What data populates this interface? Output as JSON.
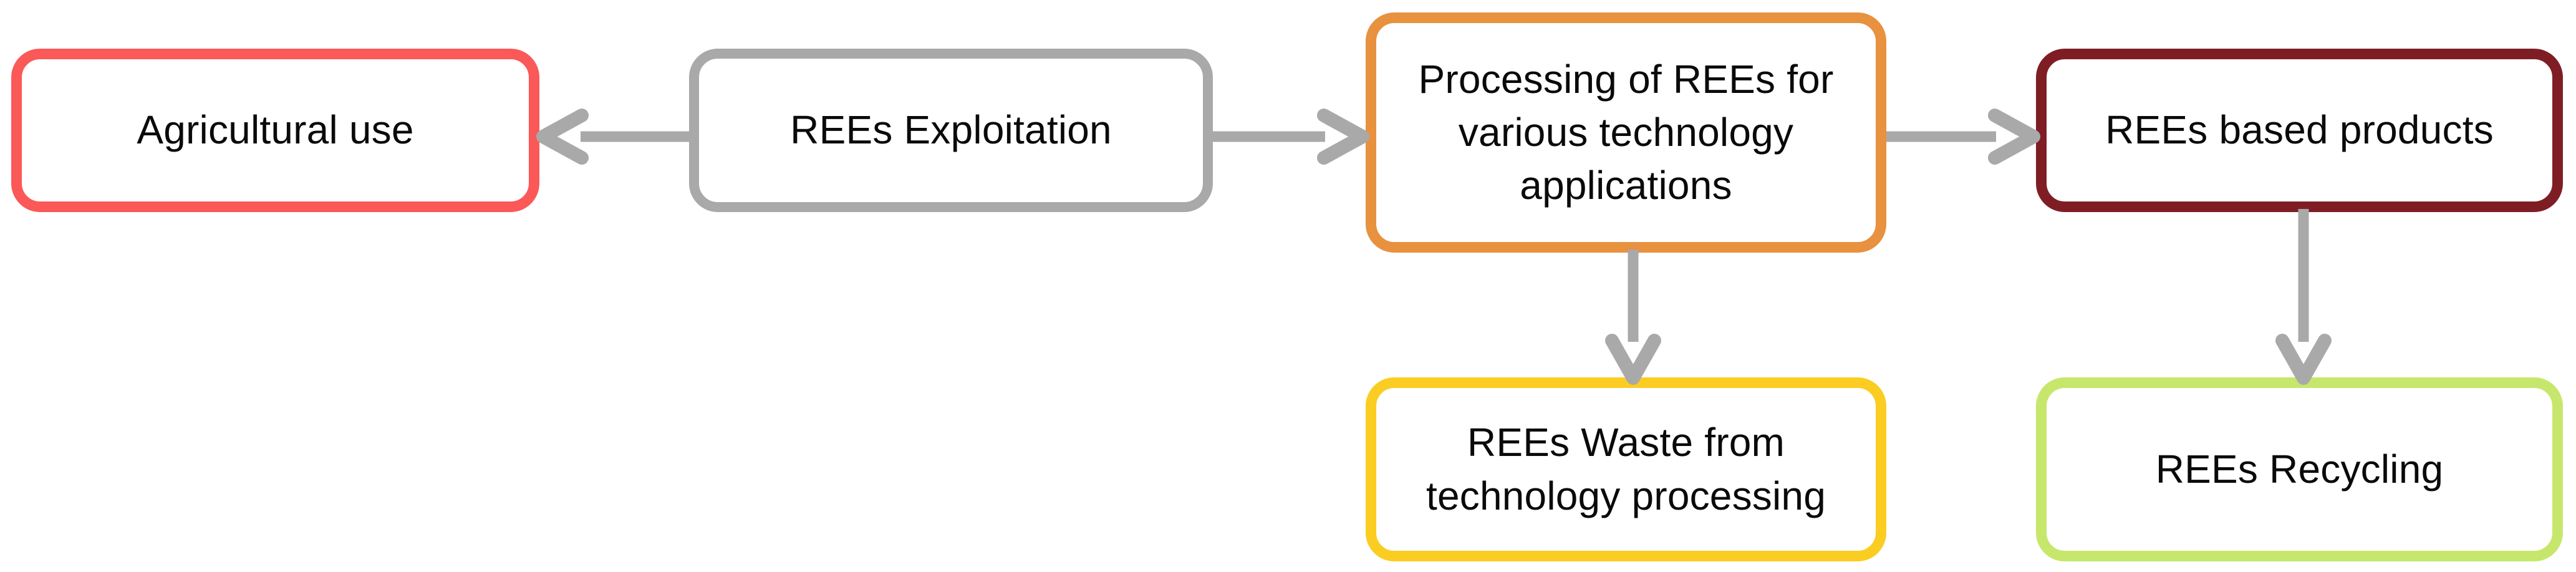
{
  "diagram": {
    "title": "REEs lifecycle flowchart",
    "background": "#ffffff",
    "arrow_color": "#a9a9a9",
    "text_color": "#0a0a0a",
    "nodes": [
      {
        "id": "agricultural-use",
        "label": "Agricultural use",
        "border_color": "#fb5858",
        "fill": "#ffffff",
        "shape": "rounded-rectangle"
      },
      {
        "id": "rees-exploitation",
        "label": "REEs Exploitation",
        "border_color": "#a9a9a9",
        "fill": "#ffffff",
        "shape": "rounded-rectangle"
      },
      {
        "id": "processing-rees",
        "label": "Processing of REEs for\nvarious technology\napplications",
        "border_color": "#e8913f",
        "fill": "#ffffff",
        "shape": "rounded-rectangle"
      },
      {
        "id": "rees-based-products",
        "label": "REEs based products",
        "border_color": "#7f1d25",
        "fill": "#ffffff",
        "shape": "rounded-rectangle"
      },
      {
        "id": "rees-waste",
        "label": "REEs Waste from\ntechnology processing",
        "border_color": "#fbcd22",
        "fill": "#ffffff",
        "shape": "rounded-rectangle"
      },
      {
        "id": "rees-recycling",
        "label": "REEs Recycling",
        "border_color": "#c7e76c",
        "fill": "#ffffff",
        "shape": "rounded-rectangle"
      }
    ],
    "edges": [
      {
        "id": "exploitation-to-agricultural",
        "from": "rees-exploitation",
        "to": "agricultural-use",
        "direction": "left",
        "color": "#a9a9a9"
      },
      {
        "id": "exploitation-to-processing",
        "from": "rees-exploitation",
        "to": "processing-rees",
        "direction": "right",
        "color": "#a9a9a9"
      },
      {
        "id": "processing-to-products",
        "from": "processing-rees",
        "to": "rees-based-products",
        "direction": "right",
        "color": "#a9a9a9"
      },
      {
        "id": "processing-to-waste",
        "from": "processing-rees",
        "to": "rees-waste",
        "direction": "down",
        "color": "#a9a9a9"
      },
      {
        "id": "products-to-recycling",
        "from": "rees-based-products",
        "to": "rees-recycling",
        "direction": "down",
        "color": "#a9a9a9"
      }
    ]
  }
}
